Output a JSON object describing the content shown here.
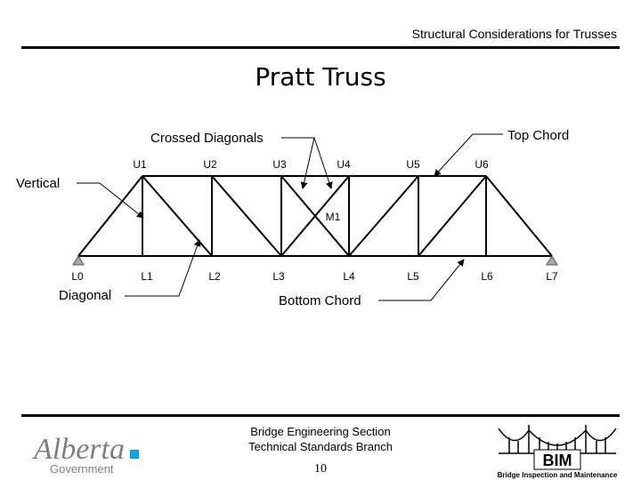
{
  "header": {
    "title": "Structural Considerations for Trusses"
  },
  "slide": {
    "title": "Pratt Truss"
  },
  "diagram": {
    "callouts": {
      "crossed_diagonals": "Crossed Diagonals",
      "top_chord": "Top Chord",
      "vertical": "Vertical",
      "diagonal": "Diagonal",
      "bottom_chord": "Bottom Chord"
    },
    "upper_nodes": [
      "U1",
      "U2",
      "U3",
      "U4",
      "U5",
      "U6"
    ],
    "lower_nodes": [
      "L0",
      "L1",
      "L2",
      "L3",
      "L4",
      "L5",
      "L6",
      "L7"
    ],
    "mid_node": "M1"
  },
  "footer": {
    "line1": "Bridge Engineering Section",
    "line2": "Technical Standards Branch",
    "page_number": "10",
    "alberta_logo_text": "Alberta",
    "alberta_sub_text": "Government",
    "bim_text": "BIM",
    "bim_sub_text": "Bridge Inspection and Maintenance"
  },
  "colors": {
    "alberta_blue": "#00a3e0",
    "logo_gray": "#7f7f7f"
  }
}
